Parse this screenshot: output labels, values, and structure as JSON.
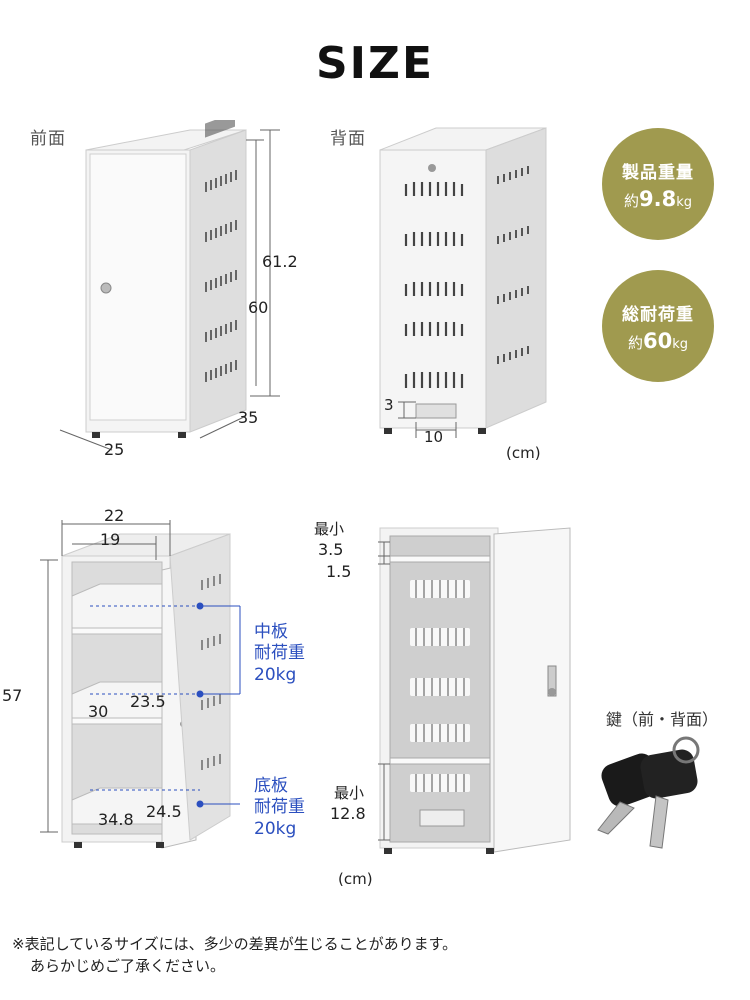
{
  "title": "SIZE",
  "views": {
    "front_label": "前面",
    "back_label": "背面",
    "keys_label": "鍵（前・背面）"
  },
  "front_dims": {
    "height_outer": "61.2",
    "height_body": "60",
    "depth": "35",
    "width": "25"
  },
  "back_dims": {
    "gap_height": "3",
    "gap_width": "10",
    "unit": "(cm)"
  },
  "badges": {
    "weight": {
      "label": "製品重量",
      "prefix": "約",
      "value": "9.8",
      "unit": "kg"
    },
    "load": {
      "label": "総耐荷重",
      "prefix": "約",
      "value": "60",
      "unit": "kg"
    }
  },
  "inner_dims": {
    "outer_width": "22",
    "inner_width": "19",
    "inner_height": "57",
    "shelf_depth": "30",
    "shelf_width": "23.5",
    "bottom_depth": "34.8",
    "bottom_width": "24.5"
  },
  "load_notes": {
    "middle": {
      "line1": "中板",
      "line2": "耐荷重",
      "line3": "20kg"
    },
    "bottom": {
      "line1": "底板",
      "line2": "耐荷重",
      "line3": "20kg"
    }
  },
  "open_dims": {
    "min_label_top": "最小",
    "top_gap": "3.5",
    "shelf_thickness": "1.5",
    "min_label_bottom": "最小",
    "bottom_gap": "12.8",
    "unit": "(cm)"
  },
  "note": {
    "line1": "※表記しているサイズには、多少の差異が生じることがあります。",
    "line2": "あらかじめご了承ください。"
  },
  "colors": {
    "badge": "#a09a4f",
    "accent_blue": "#2b4fbf",
    "cabinet": "#eeeeee"
  }
}
